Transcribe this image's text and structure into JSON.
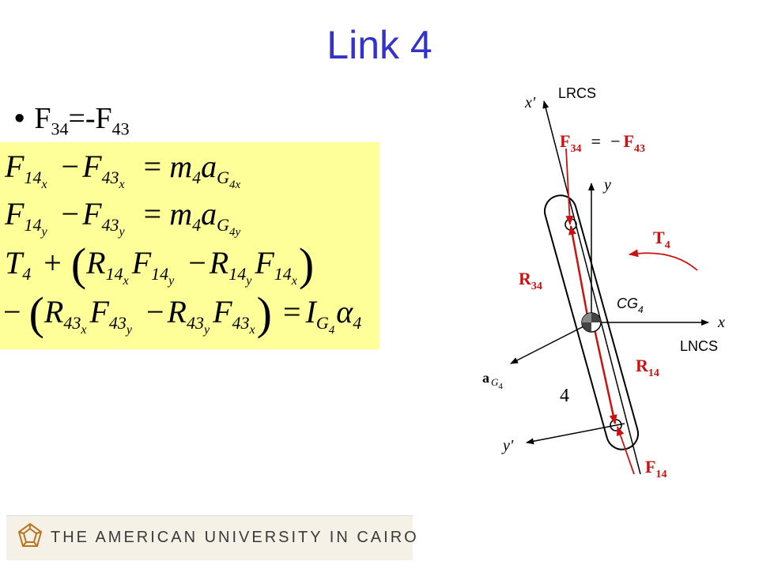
{
  "slide": {
    "title": "Link 4",
    "bullet": {
      "f34": "F",
      "f34_sub": "34",
      "eq": "=-F",
      "f43_sub": "43"
    }
  },
  "equations": {
    "eq1": {
      "lhs_a": "F",
      "lhs_a_sub": "14",
      "lhs_a_subsub": "x",
      "minus": "−",
      "lhs_b": "F",
      "lhs_b_sub": "43",
      "lhs_b_subsub": "x",
      "equals": "=",
      "m": "m",
      "m_sub": "4",
      "a": "a",
      "a_sub": "G",
      "a_sub2": "4",
      "a_sub3": "x"
    },
    "eq2": {
      "lhs_a": "F",
      "lhs_a_sub": "14",
      "lhs_a_subsub": "y",
      "minus": "−",
      "lhs_b": "F",
      "lhs_b_sub": "43",
      "lhs_b_subsub": "y",
      "equals": "=",
      "m": "m",
      "m_sub": "4",
      "a": "a",
      "a_sub": "G",
      "a_sub2": "4",
      "a_sub3": "y"
    },
    "eq3": {
      "t": "T",
      "t_sub": "4",
      "plus": "+",
      "r1": "R",
      "r1_sub": "14",
      "r1_subsub": "x",
      "f1": "F",
      "f1_sub": "14",
      "f1_subsub": "y",
      "minus": "−",
      "r2": "R",
      "r2_sub": "14",
      "r2_subsub": "y",
      "f2": "F",
      "f2_sub": "14",
      "f2_subsub": "x"
    },
    "eq4": {
      "minus": "−",
      "r1": "R",
      "r1_sub": "43",
      "r1_subsub": "x",
      "f1": "F",
      "f1_sub": "43",
      "f1_subsub": "y",
      "minus2": "−",
      "r2": "R",
      "r2_sub": "43",
      "r2_subsub": "y",
      "f2": "F",
      "f2_sub": "43",
      "f2_subsub": "x",
      "equals": "=",
      "i": "I",
      "i_sub": "G",
      "i_sub2": "4",
      "alpha": "α",
      "alpha_sub": "4"
    }
  },
  "diagram": {
    "lrcs": "LRCS",
    "lncs": "LNCS",
    "x_prime": "x'",
    "y_prime": "y'",
    "x": "x",
    "y": "y",
    "f34": "F",
    "f34_sub": "34",
    "eq": "=",
    "neg": "−",
    "f43": "F",
    "f43_sub": "43",
    "t4": "T",
    "t4_sub": "4",
    "r34": "R",
    "r34_sub": "34",
    "cg": "CG",
    "cg_sub": "4",
    "r14": "R",
    "r14_sub": "14",
    "ag": "a",
    "ag_sub": "G",
    "ag_sub2": "4",
    "link_no": "4",
    "f14": "F",
    "f14_sub": "14",
    "colors": {
      "force": "#cc1111",
      "axis": "#000000"
    }
  },
  "footer": {
    "text": "THE AMERICAN UNIVERSITY IN CAIRO"
  }
}
